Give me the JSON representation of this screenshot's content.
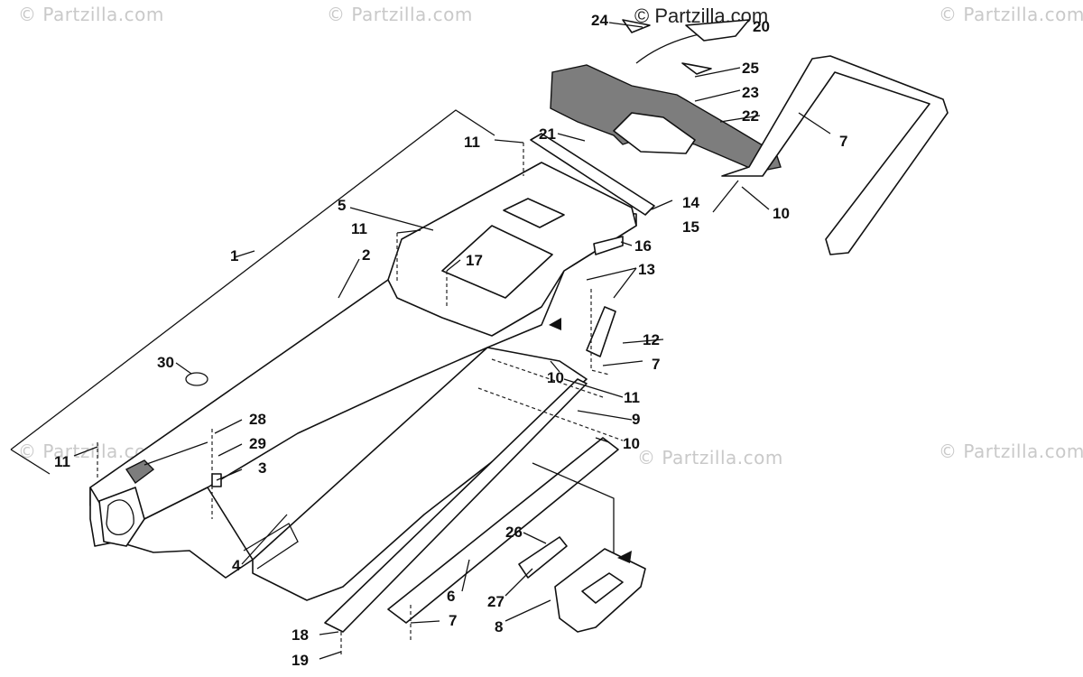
{
  "watermarks": {
    "top_left": "© Partzilla.com",
    "top_center": "© Partzilla.com",
    "top_right": "© Partzilla.com",
    "main": "© Partzilla.com",
    "mid_left": "© Partzilla.com",
    "mid_center": "© Partzilla.com",
    "mid_right": "© Partzilla.com"
  },
  "callouts": {
    "c1": "1",
    "c2": "2",
    "c3": "3",
    "c4": "4",
    "c5": "5",
    "c6": "6",
    "c7a": "7",
    "c7b": "7",
    "c7c": "7",
    "c8": "8",
    "c9": "9",
    "c10a": "10",
    "c10b": "10",
    "c10c": "10",
    "c11a": "11",
    "c11b": "11",
    "c11c": "11",
    "c11d": "11",
    "c12": "12",
    "c13": "13",
    "c14": "14",
    "c15": "15",
    "c16": "16",
    "c17": "17",
    "c18": "18",
    "c19": "19",
    "c20": "20",
    "c21": "21",
    "c22": "22",
    "c23": "23",
    "c24": "24",
    "c25": "25",
    "c26": "26",
    "c27": "27",
    "c28": "28",
    "c29": "29",
    "c30": "30"
  }
}
